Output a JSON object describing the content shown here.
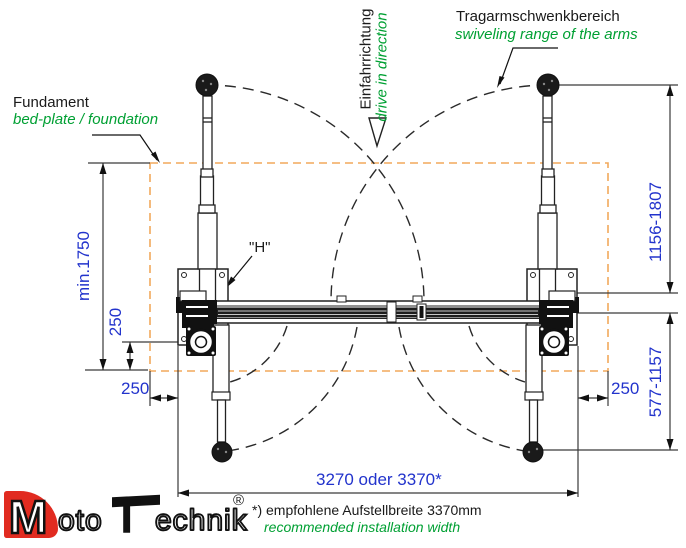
{
  "annotations": {
    "foundation": {
      "de": "Fundament",
      "en": "bed-plate / foundation"
    },
    "swivel_range": {
      "de": "Tragarmschwenkbereich",
      "en": "swiveling range of the arms"
    },
    "drive_direction": {
      "de": "Einfahrrichtung",
      "en": "drive in direction"
    },
    "column_marker": "\"H\""
  },
  "dimensions": {
    "foundation_depth": "min.1750",
    "beam_to_foundation": "250",
    "foundation_margin_left": "250",
    "foundation_margin_right": "250",
    "long_arm_reach": "1156-1807",
    "short_arm_reach": "577-1157",
    "installation_width": "3270 oder 3370*"
  },
  "footnote": {
    "de": "*) empfohlene Aufstellbreite 3370mm",
    "en": "recommended installation width"
  },
  "logo": {
    "m": "M",
    "oto": "oto",
    "t": "T",
    "echnik": "echnik",
    "registered": "®"
  },
  "colors": {
    "dimension_text": "#2233cc",
    "english_text": "#00a033",
    "foundation_outline": "#f2a95c"
  }
}
